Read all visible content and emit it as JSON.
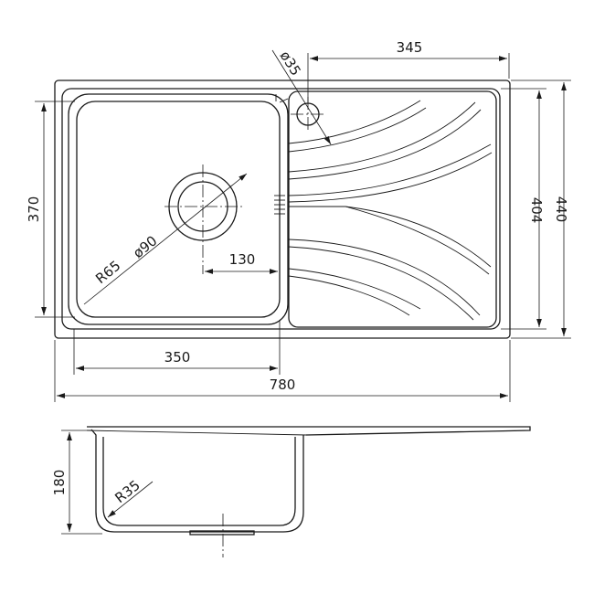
{
  "drawing": {
    "dims": {
      "width_345": "345",
      "dia_35": "ø35",
      "height_404": "404",
      "height_440": "440",
      "height_370": "370",
      "dia_90": "ø90",
      "radius_65": "R65",
      "offset_130": "130",
      "bowl_350": "350",
      "total_780": "780",
      "depth_180": "180",
      "radius_35": "R35"
    }
  }
}
